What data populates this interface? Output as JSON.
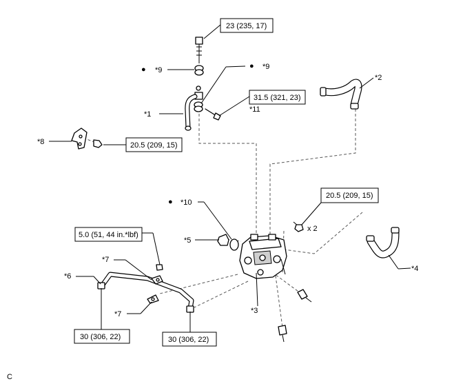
{
  "torque_specs": {
    "t1": "23 (235, 17)",
    "t2": "31.5 (321, 23)",
    "t3": "20.5 (209, 15)",
    "t4": "20.5 (209, 15)",
    "t5": "5.0 (51, 44 in.*lbf)",
    "t6": "30 (306, 22)",
    "t7": "30 (306, 22)"
  },
  "callouts": {
    "c1": "*1",
    "c2": "*2",
    "c3": "*3",
    "c4": "*4",
    "c5": "*5",
    "c6": "*6",
    "c7a": "*7",
    "c7b": "*7",
    "c8": "*8",
    "c9a": "*9",
    "c9b": "*9",
    "c10": "*10",
    "c11": "*11"
  },
  "quantity_note": "x 2",
  "figure_code": "C",
  "non_reusable_marker": "●"
}
